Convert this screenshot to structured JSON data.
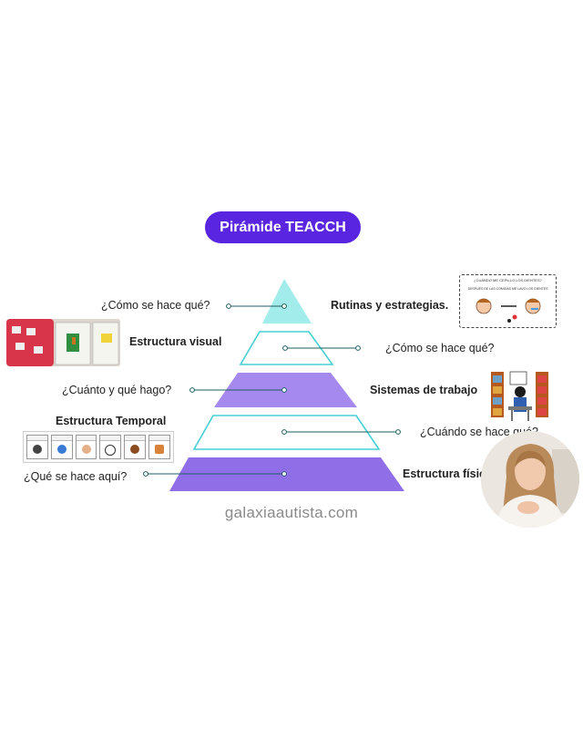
{
  "title": "Pirámide TEACCH",
  "colors": {
    "accent": "#5a25e0",
    "level_1": "#a3ecec",
    "level_3": "#a589ef",
    "level_5": "#8f6ee8",
    "outline": "#46cfd4",
    "connector": "#1f5d60"
  },
  "levels": [
    {
      "left_label": "¿Cómo se hace qué?",
      "right_label": "Rutinas y estrategias.",
      "style": "filled-cyan"
    },
    {
      "left_label": "Estructura visual",
      "right_label": "¿Cómo se hace qué?",
      "style": "outline"
    },
    {
      "left_label": "¿Cuánto y qué hago?",
      "right_label": "Sistemas de trabajo",
      "style": "filled-violet"
    },
    {
      "left_label": "Estructura Temporal",
      "right_label": "¿Cuándo se hace qué?",
      "style": "outline"
    },
    {
      "left_label": "¿Qué se hace aquí?",
      "right_label": "Estructura física",
      "style": "filled-violet"
    }
  ],
  "images": {
    "routine_card_title": "¿CUÁNDO ME CEPILLO LOS DIENTES?",
    "routine_card_text": "DESPUÉS DE LAS COMIDAS ME LAVO LOS DIENTES",
    "visual_photo": "photo-visual-structure",
    "work_system": "work-system-pictogram",
    "schedule_strip": "picture-schedule-strip",
    "webcam": "presenter-webcam"
  },
  "footer": "galaxiaautista.com"
}
